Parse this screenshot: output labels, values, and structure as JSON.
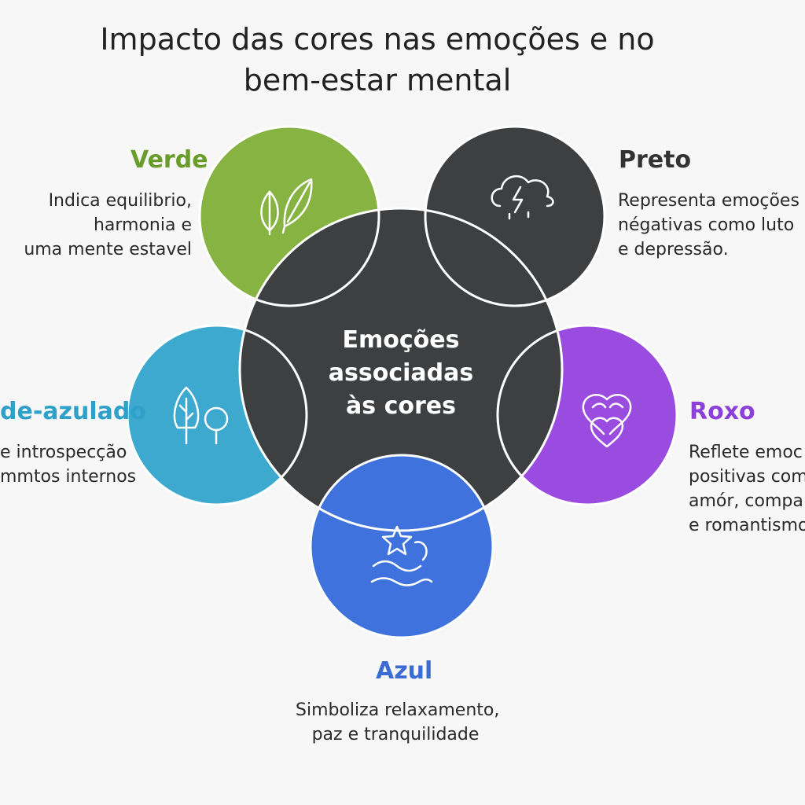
{
  "title": {
    "line1": "Impacto das cores nas emoções e no",
    "line2": "bem-estar mental"
  },
  "center": {
    "line1": "Emoções",
    "line2": "associadas",
    "line3": "às cores",
    "color": "#3d3f40"
  },
  "nodes": [
    {
      "id": "verde",
      "label": "Verde",
      "color": "#86b342",
      "label_color": "#6a9c2b",
      "icon": "leaves-icon",
      "desc": [
        "Indica equilibrio,",
        "harmonia  e",
        "uma mente estavel"
      ]
    },
    {
      "id": "preto",
      "label": "Preto",
      "color": "#3e3f40",
      "label_color": "#333333",
      "icon": "storm-cloud-icon",
      "desc": [
        "Representa emoções",
        "négativas como luto",
        "e depressão."
      ]
    },
    {
      "id": "roxo",
      "label": "Roxo",
      "color": "#9a4be0",
      "label_color": "#8d40d8",
      "icon": "hearts-icon",
      "desc": [
        "Reflete emoc",
        "positivas com",
        "amór, compa",
        "e romantismo"
      ]
    },
    {
      "id": "azul",
      "label": "Azul",
      "color": "#3f72dc",
      "label_color": "#3b6cd6",
      "icon": "star-waves-icon",
      "desc": [
        "Simboliza relaxamento,",
        "paz e tranquilidade"
      ]
    },
    {
      "id": "verde-azulado",
      "label": "de-azulado",
      "color": "#3ea9cf",
      "label_color": "#2ea0c9",
      "icon": "trees-icon",
      "desc": [
        "e introspecção",
        "mmtos internos"
      ]
    }
  ]
}
